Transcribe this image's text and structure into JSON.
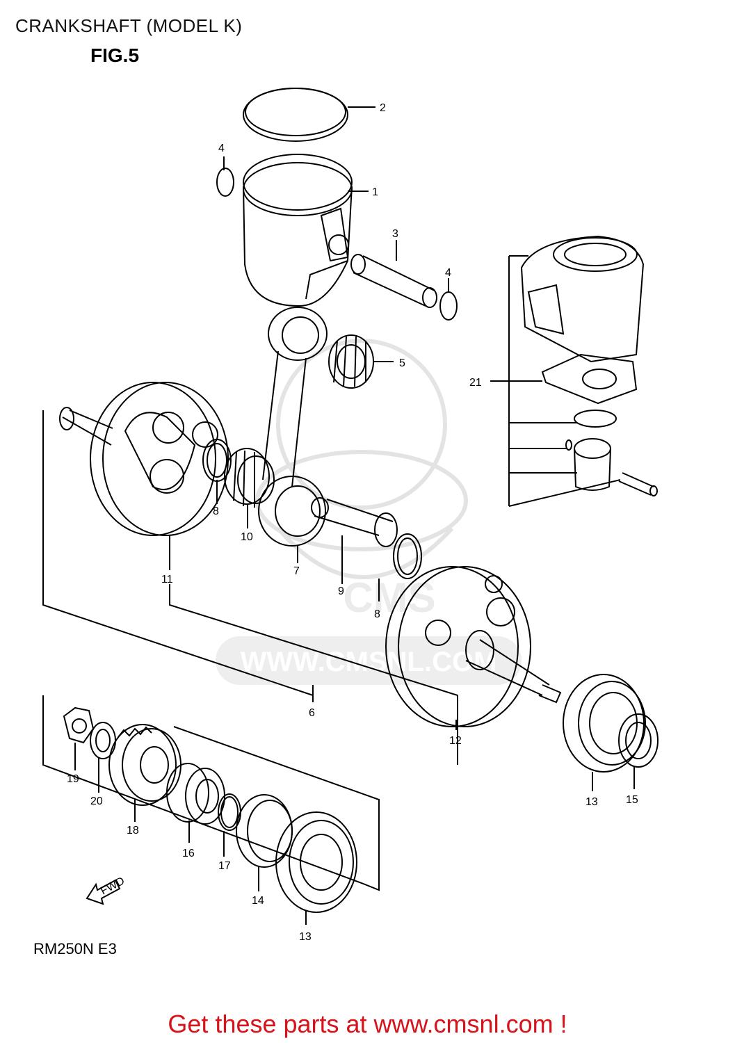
{
  "header": {
    "title": "CRANKSHAFT (MODEL K)",
    "figure": "FIG.5"
  },
  "model_code": "RM250N E3",
  "fwd_label": "FWD",
  "watermark": {
    "text": "WWW.CMSNL.COM",
    "logo_text": "CMS"
  },
  "footer": {
    "text": "Get these parts at www.cmsnl.com !",
    "color": "#d8121a"
  },
  "callouts": {
    "c1": "1",
    "c2": "2",
    "c3": "3",
    "c4a": "4",
    "c4b": "4",
    "c5": "5",
    "c6": "6",
    "c7": "7",
    "c8a": "8",
    "c8b": "8",
    "c9": "9",
    "c10": "10",
    "c11": "11",
    "c12": "12",
    "c13a": "13",
    "c13b": "13",
    "c14": "14",
    "c15": "15",
    "c16": "16",
    "c17": "17",
    "c18": "18",
    "c19": "19",
    "c20": "20",
    "c21": "21"
  }
}
